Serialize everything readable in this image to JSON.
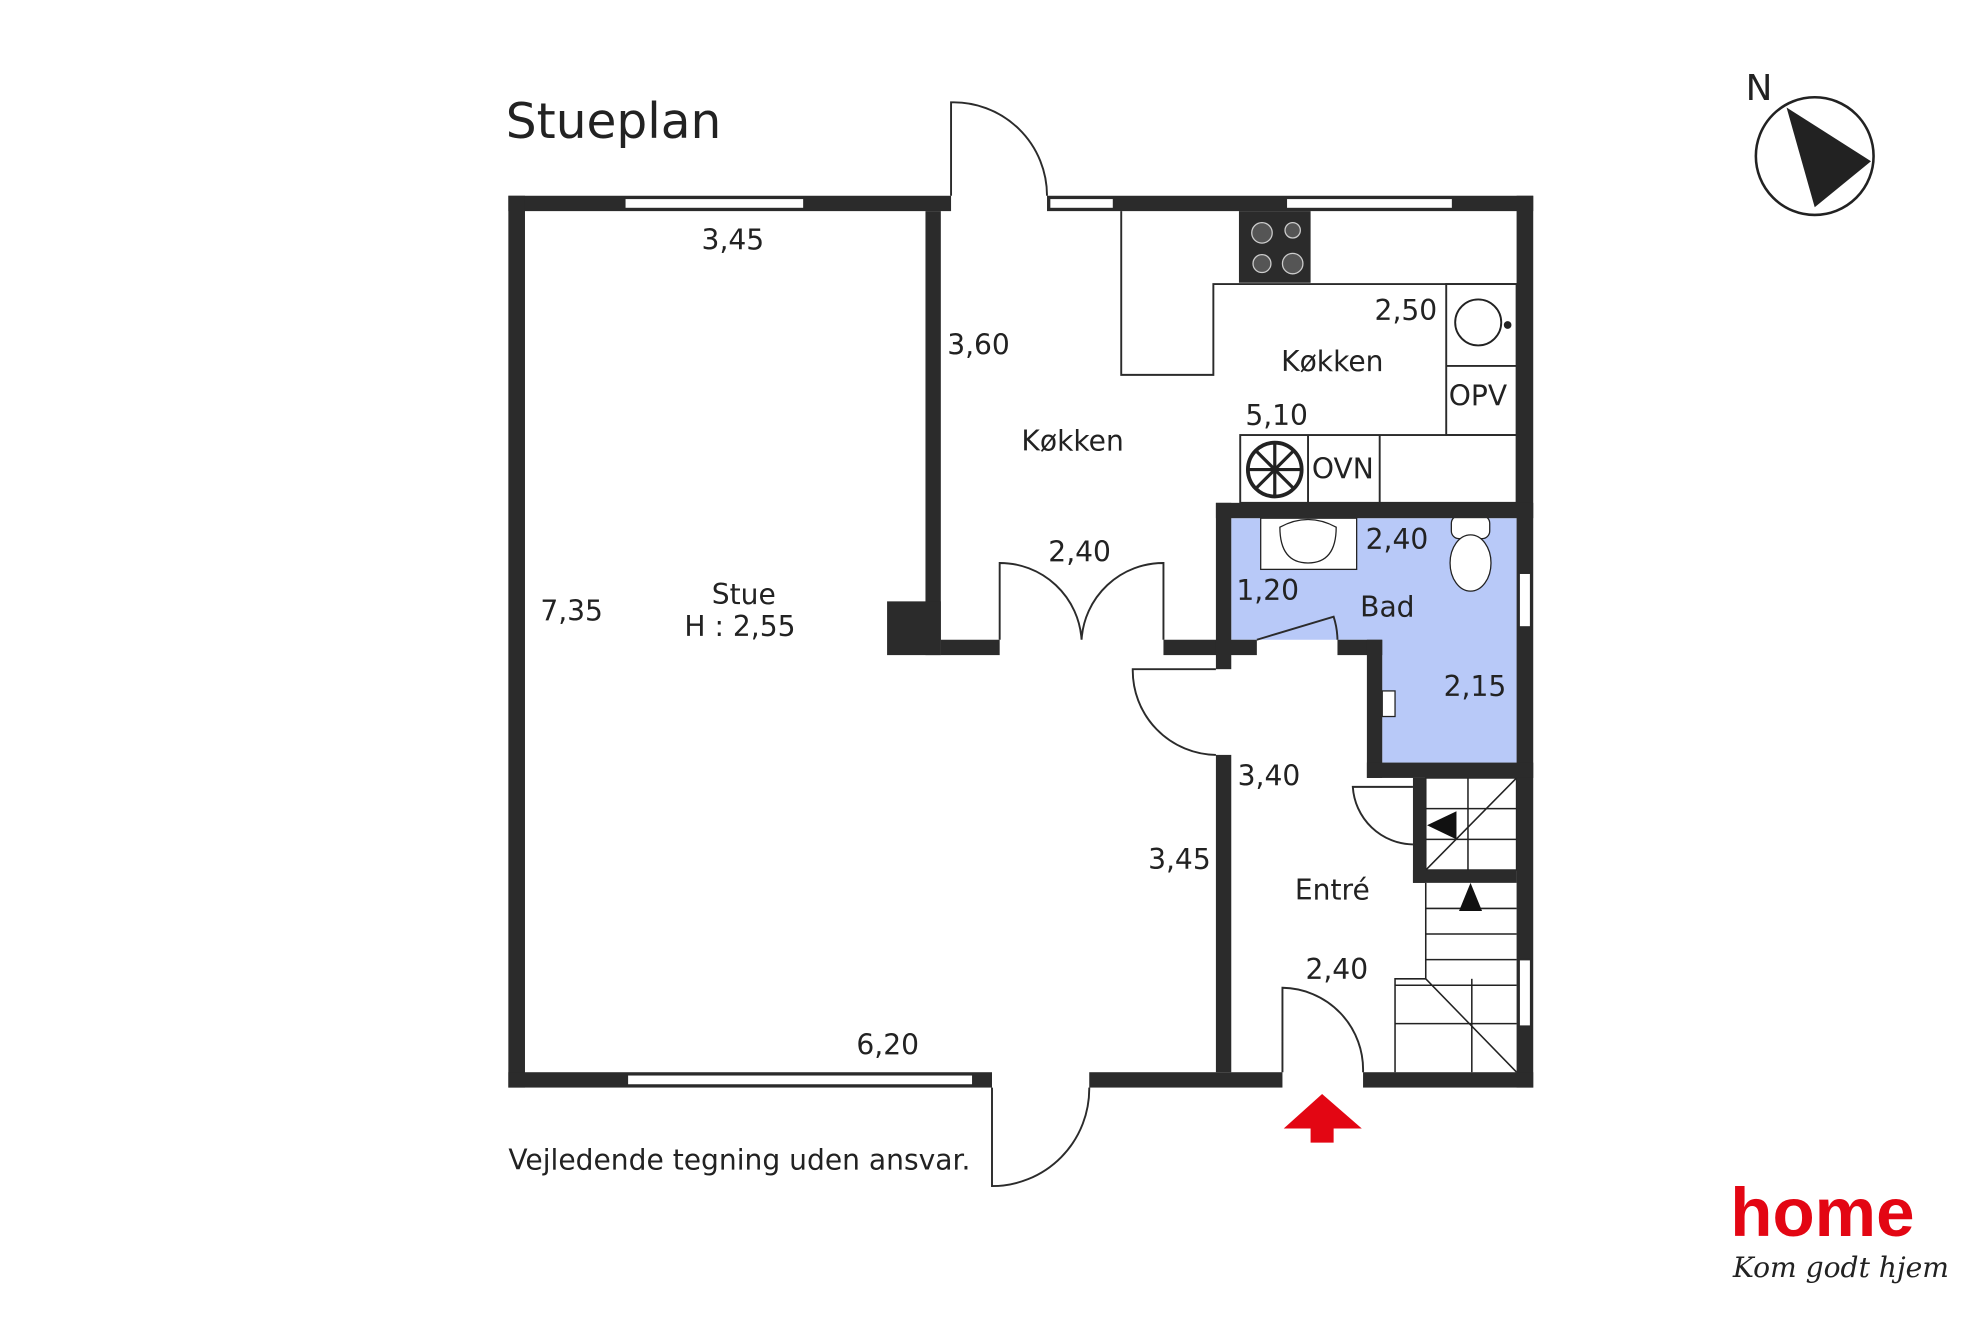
{
  "title": "Stueplan",
  "compass_label": "N",
  "disclaimer": "Vejledende tegning uden ansvar.",
  "rooms": {
    "stue": {
      "name": "Stue",
      "height": "H : 2,55"
    },
    "kokken_main": {
      "name": "Køkken"
    },
    "kokken_small": {
      "name": "Køkken"
    },
    "bad": {
      "name": "Bad"
    },
    "entre": {
      "name": "Entré"
    }
  },
  "fixtures": {
    "opv": "OPV",
    "ovn": "OVN"
  },
  "dimensions": {
    "stue_top": "3,45",
    "stue_left": "7,35",
    "stue_bottom": "6,20",
    "stue_right": "3,45",
    "kokken_left": "3,60",
    "kokken_door": "2,40",
    "kokken_width": "5,10",
    "kokken_small": "2,50",
    "bad_top": "2,40",
    "bad_left": "1,20",
    "bad_right": "2,15",
    "entre_top": "3,40",
    "entre_bottom": "2,40"
  },
  "logo": {
    "brand": "home",
    "tagline": "Kom godt hjem"
  },
  "colors": {
    "wall": "#2b2b2b",
    "bathroom": "#b8c9f8",
    "accent": "#e30613"
  }
}
